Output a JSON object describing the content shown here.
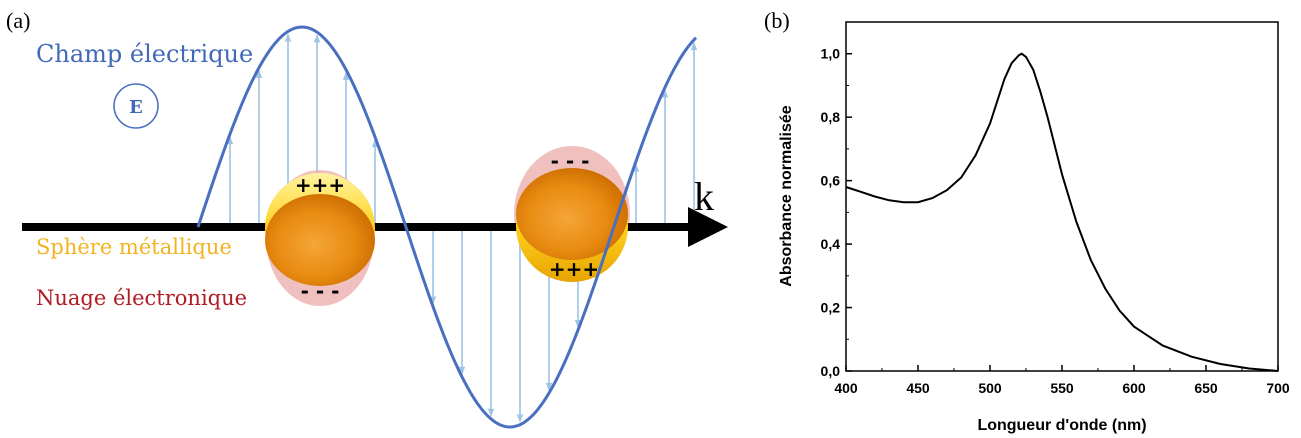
{
  "panel_a": {
    "label": "(a)",
    "field_label": "Champ électrique",
    "field_symbol": "E",
    "sphere_label": "Sphère métallique",
    "cloud_label": "Nuage électronique",
    "wave_vector_label": "k",
    "charges_left_top": "+++",
    "charges_left_bottom": "- - -",
    "charges_right_top": "- - -",
    "charges_right_bottom": "+++",
    "colors": {
      "wave": "#4a6fc0",
      "field_arrows": "#9dc3e6",
      "sphere": "#f0a020",
      "cloud": "#e8a8a8",
      "axis": "#000000"
    }
  },
  "panel_b": {
    "label": "(b)",
    "chart_data": {
      "type": "line",
      "xlabel": "Longueur d'onde (nm)",
      "ylabel": "Absorbance normalisée",
      "xlim": [
        400,
        700
      ],
      "ylim": [
        0,
        1.1
      ],
      "x_ticks": [
        "400",
        "450",
        "500",
        "550",
        "600",
        "650",
        "700"
      ],
      "y_ticks": [
        "0,0",
        "0,2",
        "0,4",
        "0,6",
        "0,8",
        "1,0"
      ],
      "grid": false,
      "series": [
        {
          "x": [
            400,
            410,
            420,
            430,
            440,
            450,
            460,
            470,
            480,
            490,
            500,
            505,
            510,
            515,
            520,
            522,
            525,
            530,
            535,
            540,
            545,
            550,
            560,
            570,
            580,
            590,
            600,
            620,
            640,
            660,
            680,
            700
          ],
          "y": [
            0.58,
            0.565,
            0.55,
            0.538,
            0.532,
            0.532,
            0.545,
            0.57,
            0.61,
            0.68,
            0.78,
            0.85,
            0.92,
            0.97,
            0.995,
            1.0,
            0.99,
            0.95,
            0.88,
            0.8,
            0.71,
            0.62,
            0.47,
            0.35,
            0.26,
            0.19,
            0.14,
            0.08,
            0.045,
            0.022,
            0.008,
            0.0
          ]
        }
      ]
    }
  }
}
